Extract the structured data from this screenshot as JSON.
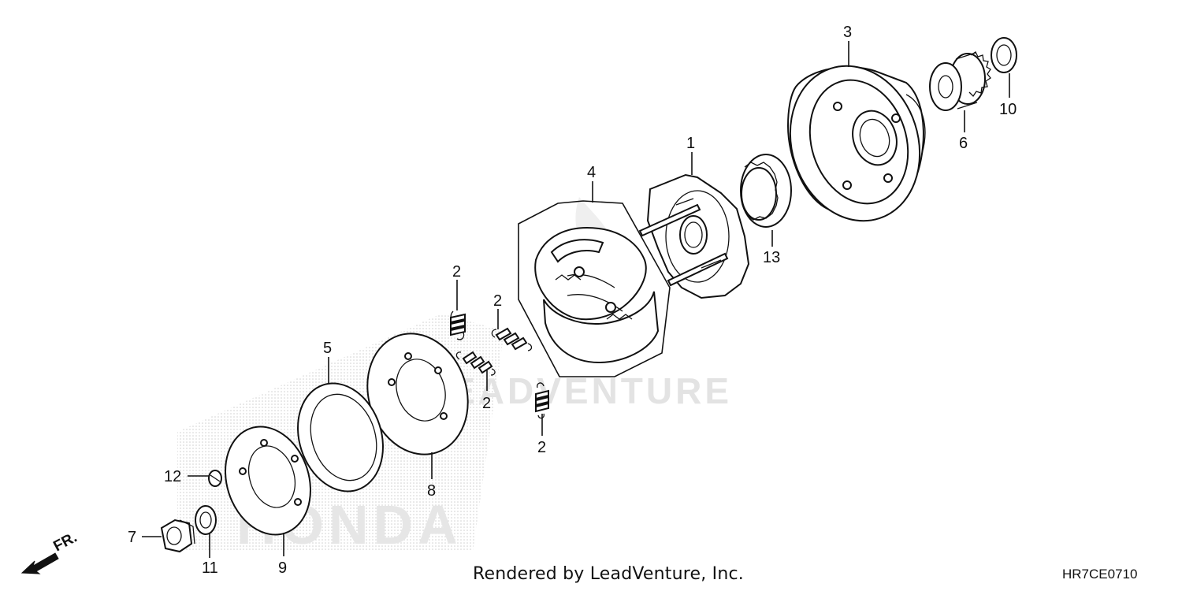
{
  "callouts": {
    "c1": "1",
    "c2a": "2",
    "c2b": "2",
    "c2c": "2",
    "c2d": "2",
    "c3": "3",
    "c4": "4",
    "c5": "5",
    "c6": "6",
    "c7": "7",
    "c8": "8",
    "c9": "9",
    "c10": "10",
    "c11": "11",
    "c12": "12",
    "c13": "13"
  },
  "front_indicator": "FR.",
  "watermark": {
    "brand": "LEADVENTURE",
    "make": "HONDA"
  },
  "footer": {
    "credit": "Rendered by LeadVenture, Inc.",
    "diagram_code": "HR7CE0710"
  },
  "colors": {
    "ink": "#111111",
    "watermark": "#d9d9d9",
    "background": "#ffffff"
  }
}
